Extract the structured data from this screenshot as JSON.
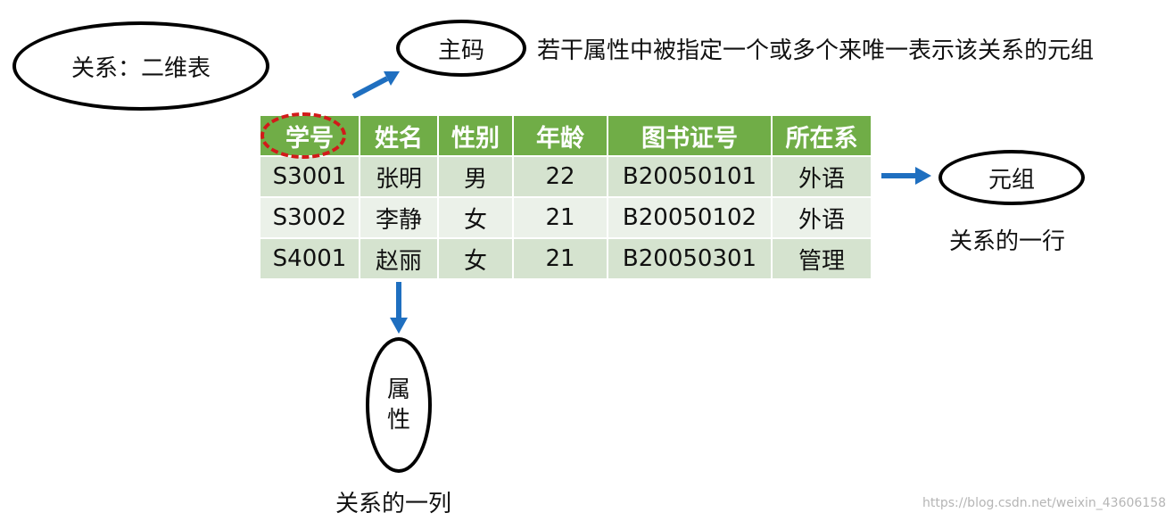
{
  "relation_label": "关系：二维表",
  "primary_key": {
    "label": "主码",
    "description": "若干属性中被指定一个或多个来唯一表示该关系的元组"
  },
  "tuple": {
    "label": "元组",
    "caption": "关系的一行"
  },
  "attribute": {
    "label_line1": "属",
    "label_line2": "性",
    "caption": "关系的一列"
  },
  "table": {
    "headers": [
      "学号",
      "姓名",
      "性别",
      "年龄",
      "图书证号",
      "所在系"
    ],
    "rows": [
      [
        "S3001",
        "张明",
        "男",
        "22",
        "B20050101",
        "外语"
      ],
      [
        "S3002",
        "李静",
        "女",
        "21",
        "B20050102",
        "外语"
      ],
      [
        "S4001",
        "赵丽",
        "女",
        "21",
        "B20050301",
        "管理"
      ]
    ]
  },
  "watermark": "https://blog.csdn.net/weixin_43606158",
  "colors": {
    "header_bg": "#70ad47",
    "row_odd_bg": "#d5e3cf",
    "row_even_bg": "#ebf1e9",
    "arrow": "#1f6fc0",
    "key_ring": "#d21a1a"
  }
}
